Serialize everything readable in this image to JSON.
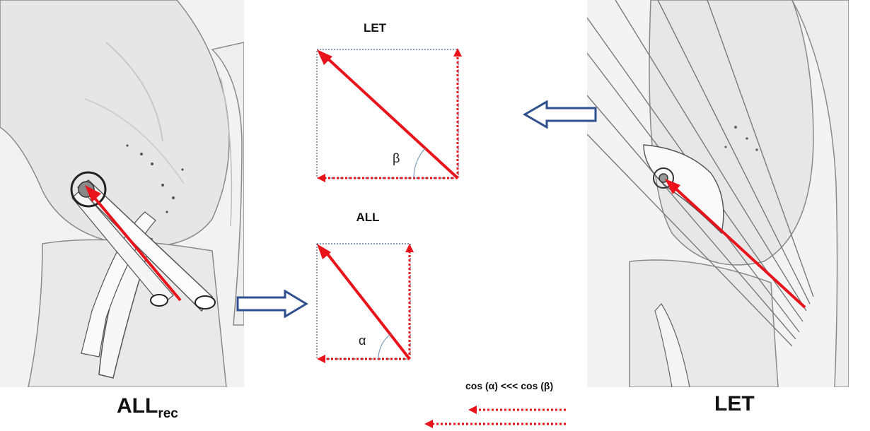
{
  "diagram": {
    "left_panel": {
      "label_main": "ALL",
      "label_sub": "rec"
    },
    "right_panel": {
      "label": "LET"
    },
    "let_box": {
      "title": "LET",
      "angle_symbol": "β"
    },
    "all_box": {
      "title": "ALL",
      "angle_symbol": "α"
    },
    "legend": {
      "text": "cos (α) <<< cos (β)"
    },
    "colors": {
      "vector": "#e8131b",
      "hollow_arrow": "#2f4f8f",
      "box_border": "#1c3a6e"
    }
  }
}
